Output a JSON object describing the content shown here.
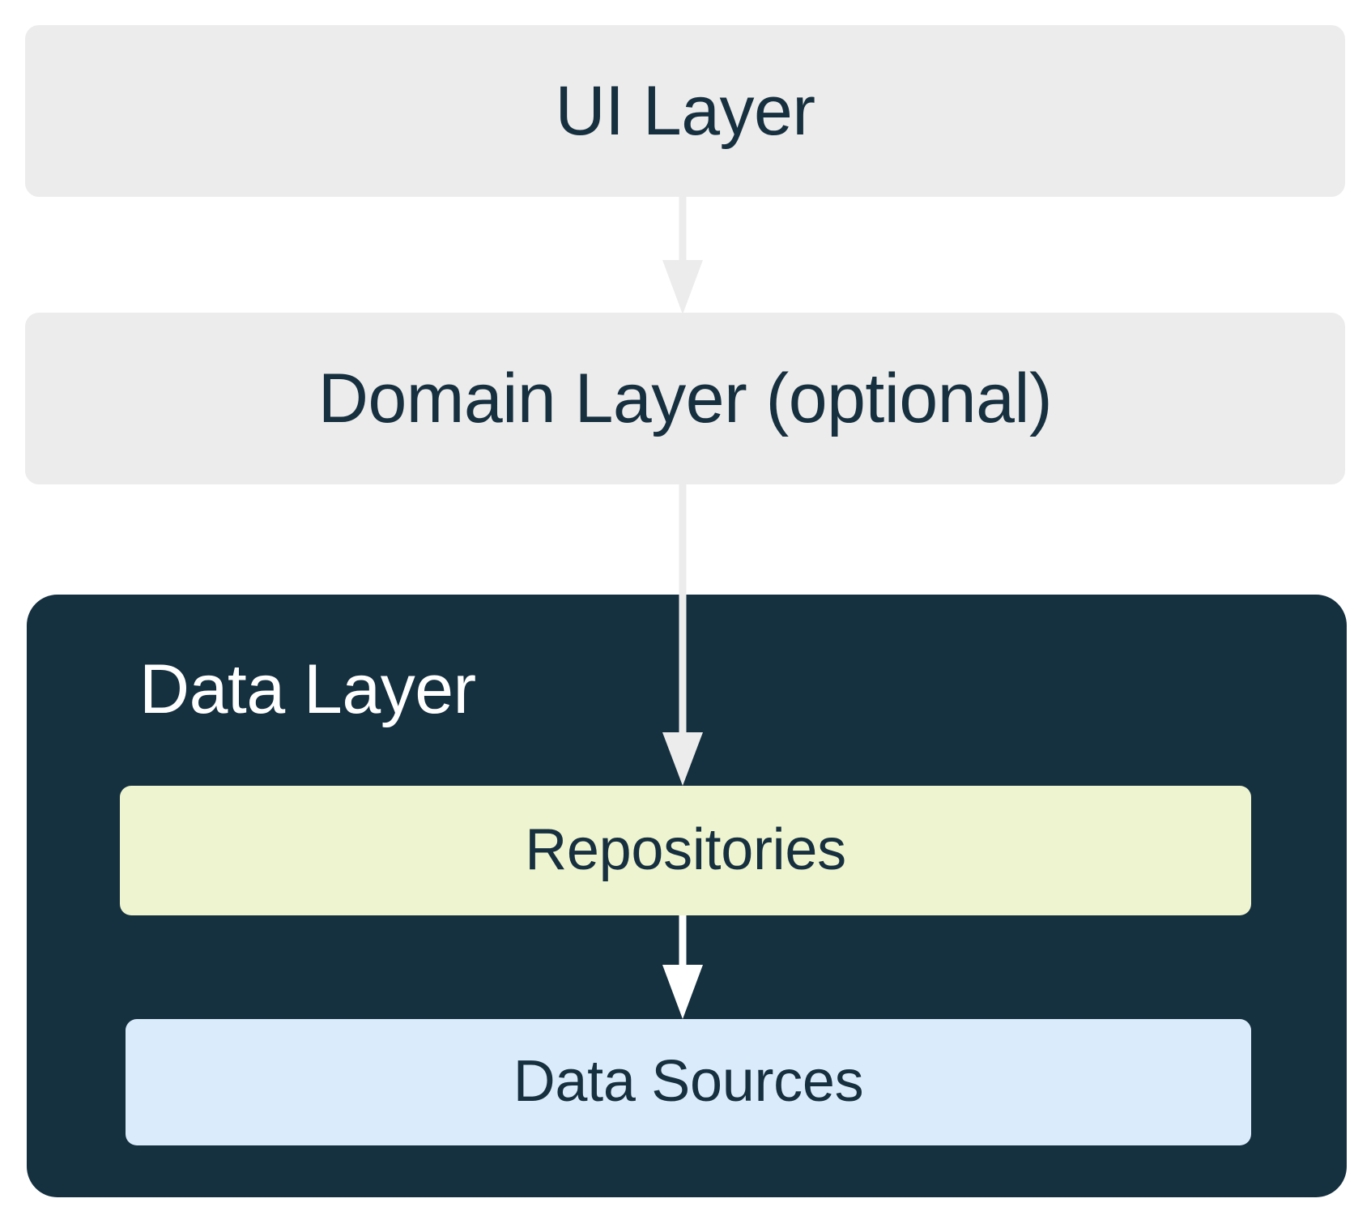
{
  "diagram": {
    "title": "Android app architecture layers",
    "type": "layered-architecture-flow",
    "background_color": "#ffffff"
  },
  "colors": {
    "neutral_box": "#ececec",
    "dark_panel": "#15303f",
    "text_dark": "#17303f",
    "text_light": "#ffffff",
    "repositories_fill": "#edf4cf",
    "data_sources_fill": "#daecfc",
    "arrow_gray": "#ececec",
    "arrow_white": "#ffffff"
  },
  "layers": {
    "ui": {
      "label": "UI Layer",
      "fill": "#ececec",
      "text_color": "#17303f"
    },
    "domain": {
      "label": "Domain Layer (optional)",
      "fill": "#ececec",
      "text_color": "#17303f"
    },
    "data": {
      "label": "Data Layer",
      "fill": "#15303f",
      "text_color": "#ffffff",
      "children": [
        {
          "label": "Repositories",
          "fill": "#edf4cf",
          "text_color": "#17303f"
        },
        {
          "label": "Data Sources",
          "fill": "#daecfc",
          "text_color": "#17303f"
        }
      ]
    }
  },
  "arrows": [
    {
      "name": "ui-to-domain",
      "from": "UI Layer",
      "to": "Domain Layer (optional)",
      "direction": "down",
      "color": "#ececec"
    },
    {
      "name": "domain-to-repositories",
      "from": "Domain Layer (optional)",
      "to": "Repositories",
      "direction": "down",
      "color": "#ececec"
    },
    {
      "name": "repositories-to-data-sources",
      "from": "Repositories",
      "to": "Data Sources",
      "direction": "down",
      "color": "#ffffff"
    }
  ]
}
